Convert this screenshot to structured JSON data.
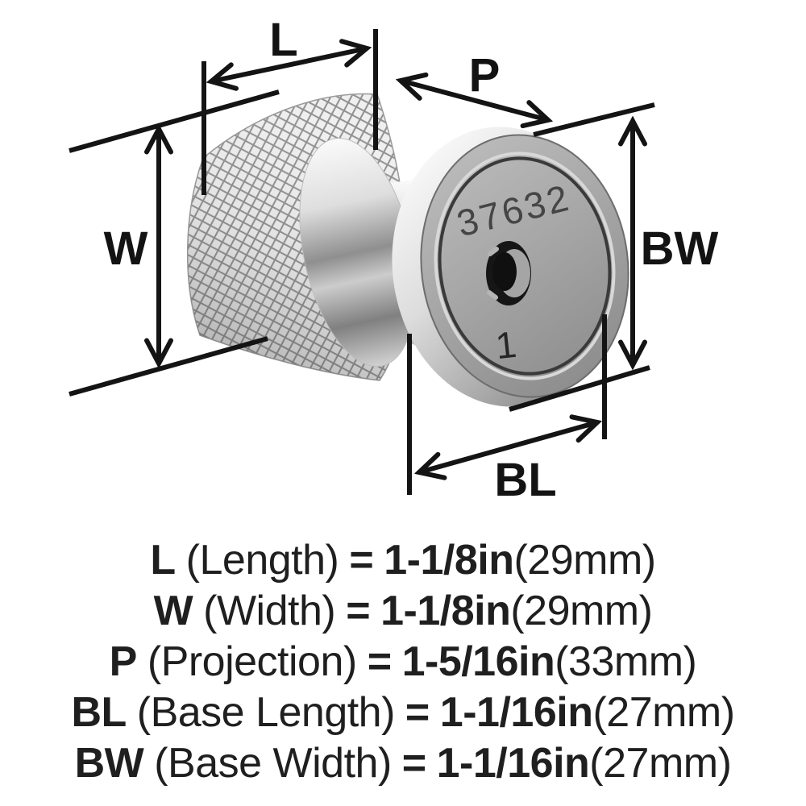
{
  "diagram": {
    "labels": {
      "length": "L",
      "projection": "P",
      "width": "W",
      "base_width": "BW",
      "base_length": "BL"
    },
    "knob": {
      "engraving": "37632",
      "orientation_mark": "1"
    },
    "colors": {
      "line": "#141414",
      "text": "#1f1f1f",
      "metal_light": "#f5f5f5",
      "metal_mid": "#a6a6a6",
      "metal_dark": "#5f5f5f",
      "background": "#ffffff"
    }
  },
  "spec_rows": [
    {
      "symbol": "L",
      "label": "(Length)",
      "equals": "=",
      "value_in": "1-1/8in",
      "value_mm": "(29mm)"
    },
    {
      "symbol": "W",
      "label": "(Width)",
      "equals": "=",
      "value_in": "1-1/8in",
      "value_mm": "(29mm)"
    },
    {
      "symbol": "P",
      "label": "(Projection)",
      "equals": "=",
      "value_in": "1-5/16in",
      "value_mm": "(33mm)"
    },
    {
      "symbol": "BL",
      "label": "(Base Length)",
      "equals": "=",
      "value_in": "1-1/16in",
      "value_mm": "(27mm)"
    },
    {
      "symbol": "BW",
      "label": "(Base Width)",
      "equals": "=",
      "value_in": "1-1/16in",
      "value_mm": "(27mm)"
    }
  ]
}
